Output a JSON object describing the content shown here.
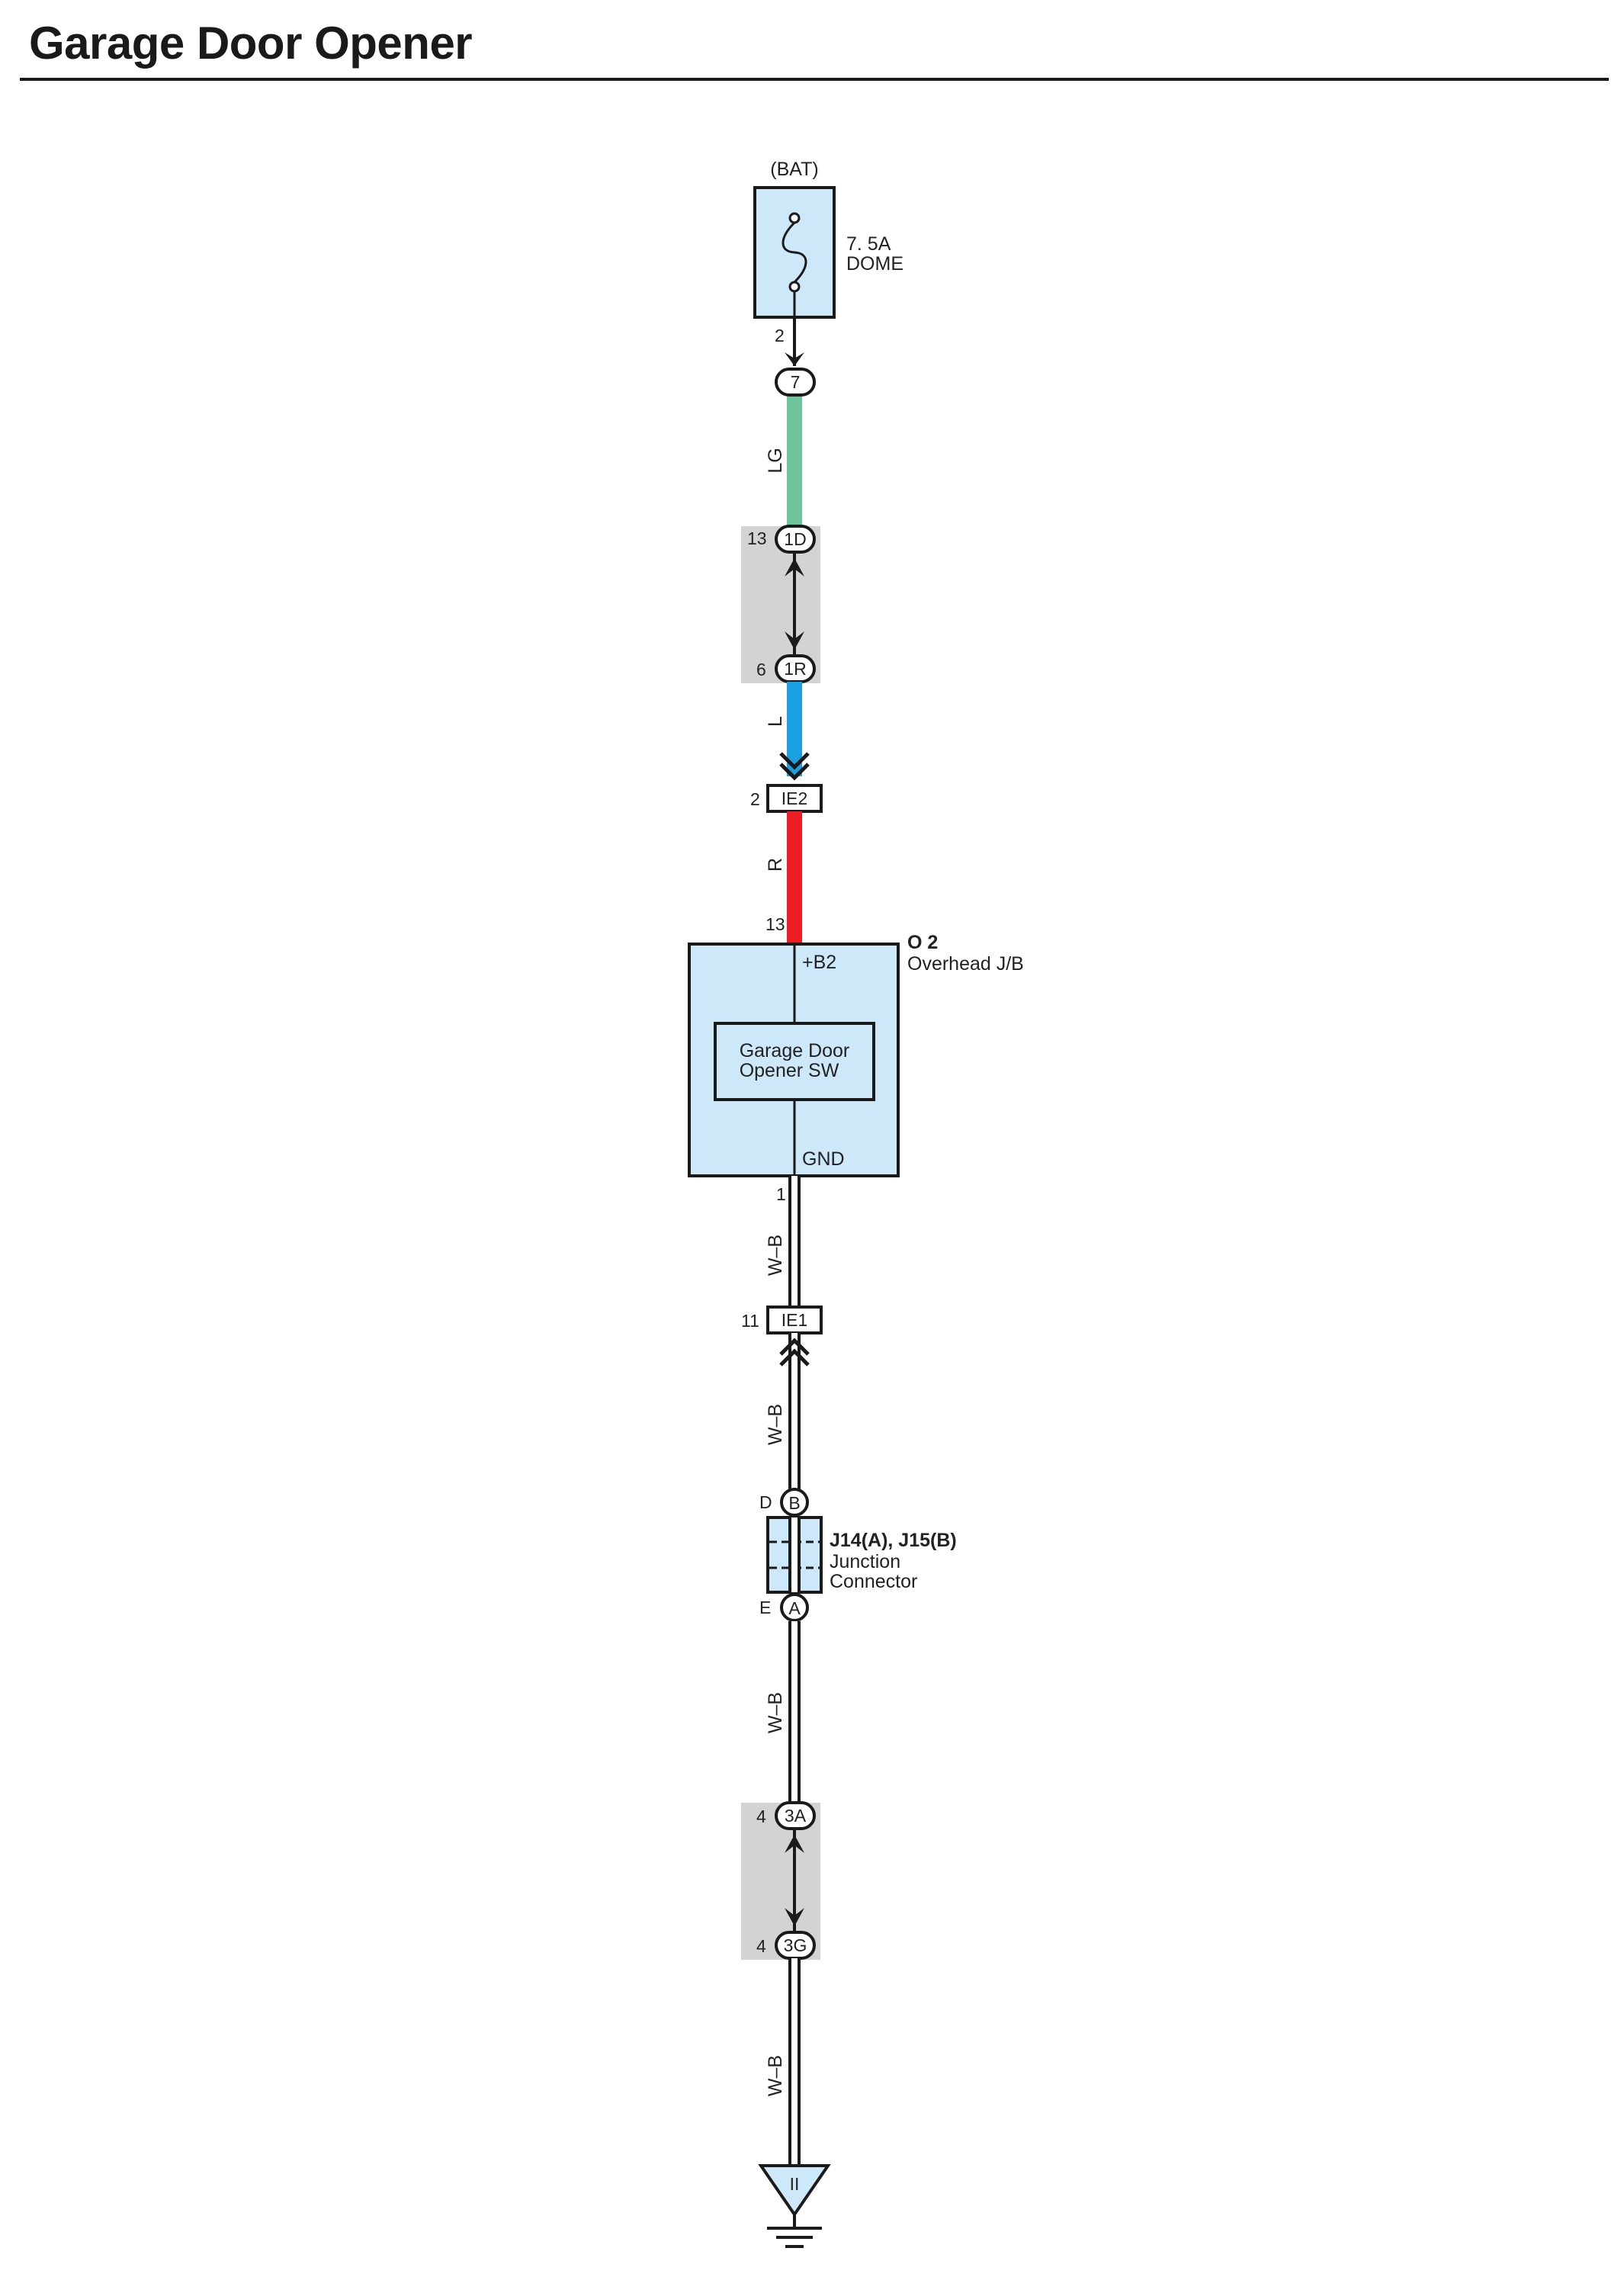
{
  "title": "Garage Door Opener",
  "colors": {
    "component_fill": "#cde8f8",
    "connector_shade": "#d3d3d3",
    "wire_LG": "#6fc69d",
    "wire_L": "#1aa0e0",
    "wire_R": "#ee1c25",
    "wire_WB": "#ffffff",
    "outline": "#1a1a1a"
  },
  "fuse": {
    "source": "(BAT)",
    "rating": "7. 5A",
    "name": "DOME",
    "pin": "2"
  },
  "connectors": {
    "c7": {
      "id": "7"
    },
    "c1D": {
      "id": "1D",
      "pin": "13"
    },
    "c1R": {
      "id": "1R",
      "pin": "6"
    },
    "IE2": {
      "id": "IE2",
      "pin": "2"
    },
    "IE1": {
      "id": "IE1",
      "pin": "11"
    },
    "cB": {
      "id": "B",
      "pin": "D"
    },
    "cA": {
      "id": "A",
      "pin": "E"
    },
    "c3A": {
      "id": "3A",
      "pin": "4"
    },
    "c3G": {
      "id": "3G",
      "pin": "4"
    }
  },
  "wires": {
    "w1": "LG",
    "w2": "L",
    "w3": "R",
    "w4": "W–B",
    "w5": "W–B",
    "w6": "W–B",
    "w7": "W–B"
  },
  "overhead_jb": {
    "code": "O 2",
    "name": "Overhead J/B",
    "pin_top": "13",
    "pin_bottom": "1",
    "terminal_top": "+B2",
    "terminal_bottom": "GND",
    "switch_line1": "Garage Door",
    "switch_line2": "Opener SW"
  },
  "junction": {
    "code": "J14(A), J15(B)",
    "line1": "Junction",
    "line2": "Connector"
  },
  "ground": {
    "id": "II"
  }
}
